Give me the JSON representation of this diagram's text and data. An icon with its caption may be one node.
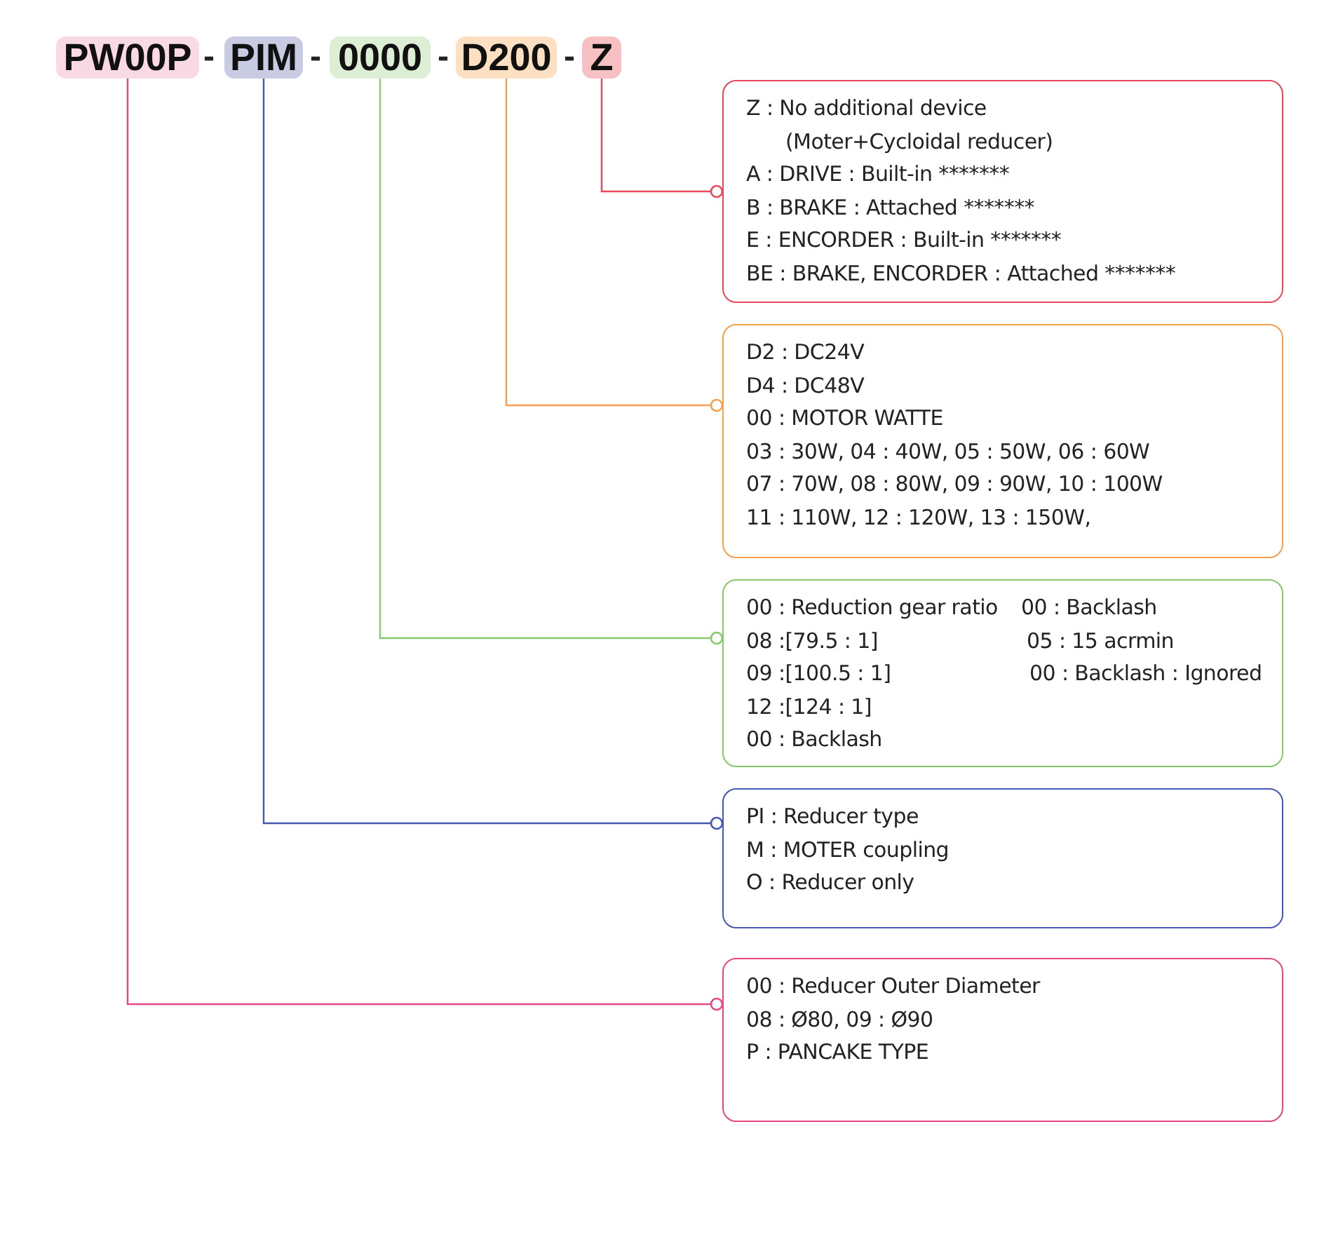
{
  "diagram": {
    "nodes": [
      {
        "text": [
          "PW00P"
        ]
      },
      {
        "text": [
          "PIM"
        ]
      },
      {
        "text": [
          "0000"
        ]
      },
      {
        "text": [
          "D200"
        ]
      },
      {
        "text": [
          "Z"
        ]
      },
      {
        "text": [
          "Z : No additional device (Moter+Cycloidal reducer)",
          "A : DRIVE : Built-in *******",
          "B : BRAKE : Attached *******",
          "E : ENCORDER : Built-in *******",
          "BE : BRAKE, ENCORDER : Attached *******"
        ]
      },
      {
        "text": [
          "D2 : DC24V",
          "D4 : DC48V",
          "00 : MOTOR WATTE",
          "03 : 30W, 04 : 40W, 05 : 50W, 06 : 60W",
          "07 : 70W, 08 : 80W, 09 : 90W, 10 : 100W",
          "11 : 110W, 12 : 120W, 13 : 150W,"
        ]
      },
      {
        "text": [
          "00 : Reduction gear ratio",
          "00 : Backlash",
          "08 :[79.5 : 1]",
          "05 : 15 acrmin",
          "09 :[100.5 : 1]",
          "00 : Backlash : Ignored",
          "12 :[124 : 1]",
          "00 : Backlash"
        ]
      },
      {
        "text": [
          "PI : Reducer type",
          "M : MOTER coupling",
          "O : Reducer only"
        ]
      },
      {
        "text": [
          "00 : Reducer Outer Diameter",
          "08 : Ø80, 09 : Ø90",
          "P : PANCAKE TYPE"
        ]
      }
    ],
    "edges": [
      {
        "from": 4,
        "to": 5,
        "arrow": "other",
        "color": "#e8475c"
      },
      {
        "from": 3,
        "to": 6,
        "arrow": "other",
        "color": "#f5a04a"
      },
      {
        "from": 2,
        "to": 7,
        "arrow": "other",
        "color": "#86c96a"
      },
      {
        "from": 1,
        "to": 8,
        "arrow": "other",
        "color": "#4557b0"
      },
      {
        "from": 0,
        "to": 9,
        "arrow": "other",
        "color": "#e64785"
      }
    ],
    "labels": [
      "-",
      "-",
      "-",
      "-"
    ]
  }
}
